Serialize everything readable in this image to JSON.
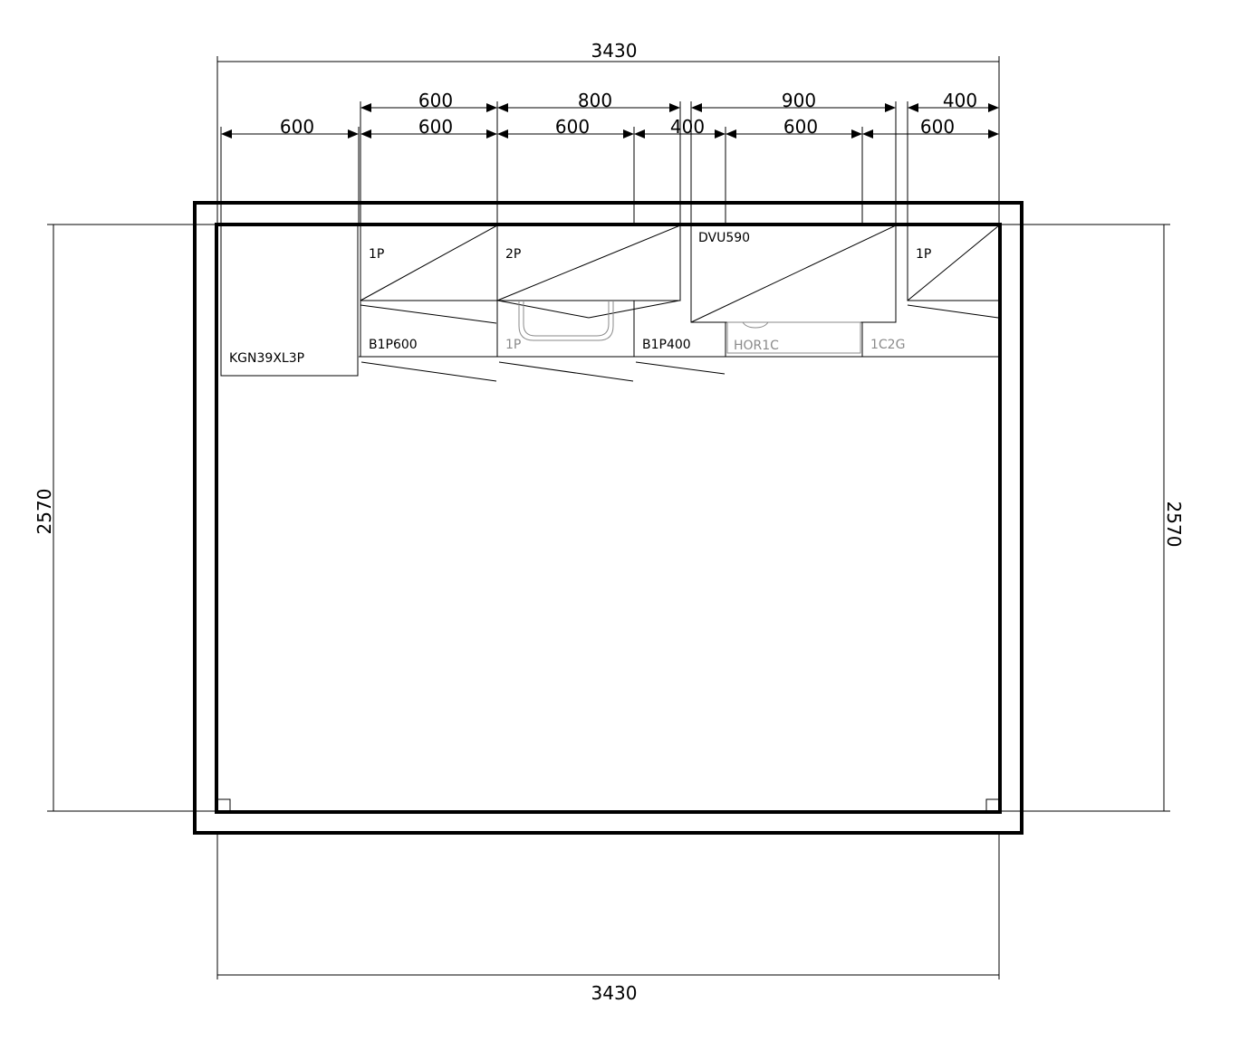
{
  "dimensions": {
    "total_top": "3430",
    "total_bottom": "3430",
    "left_height": "2570",
    "right_height": "2570",
    "upper_row": [
      "600",
      "800",
      "900",
      "400"
    ],
    "lower_row": [
      "600",
      "600",
      "600",
      "400",
      "600",
      "600"
    ]
  },
  "units": {
    "fridge": "KGN39XL3P",
    "wall_1p_left": "1P",
    "wall_2p": "2P",
    "hood": "DVU590",
    "wall_1p_right": "1P",
    "base_b1p600": "B1P600",
    "sink_1p": "1P",
    "base_b1p400": "B1P400",
    "oven": "HOR1C",
    "base_1c2g": "1C2G"
  }
}
